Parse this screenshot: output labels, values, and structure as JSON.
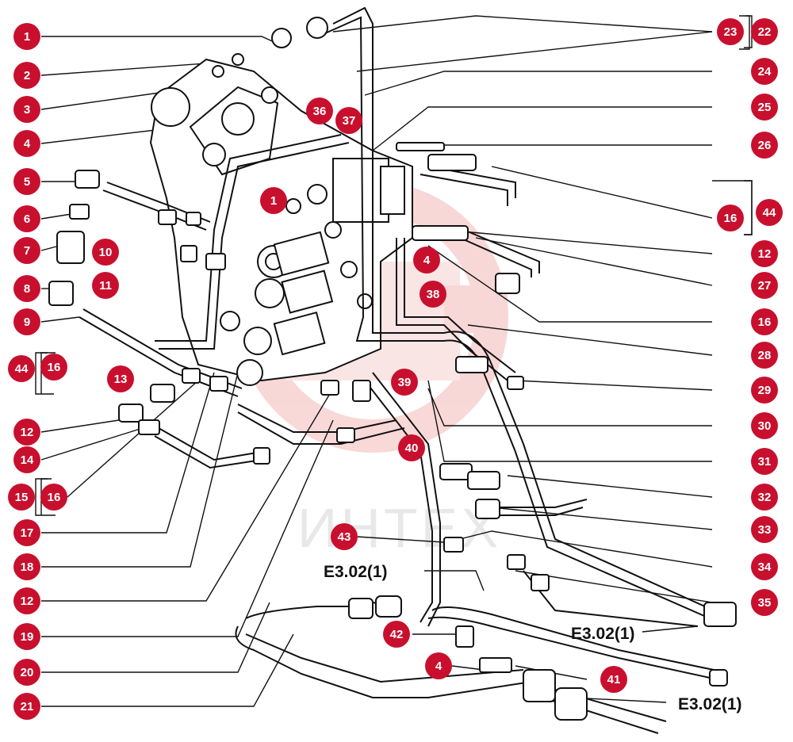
{
  "watermark": "ИНТЕХ",
  "colors": {
    "callout": "#c8102e",
    "callout_text": "#ffffff",
    "line": "#111111",
    "watermark_logo": "#f7c9c9"
  },
  "callouts_left": [
    "1",
    "2",
    "3",
    "4",
    "5",
    "6",
    "7",
    "8",
    "9",
    "44",
    "16",
    "13",
    "12",
    "14",
    "15",
    "16",
    "17",
    "18",
    "12",
    "19",
    "20",
    "21"
  ],
  "callouts_right": [
    "23",
    "22",
    "24",
    "25",
    "26",
    "44",
    "16",
    "12",
    "27",
    "16",
    "28",
    "29",
    "30",
    "31",
    "32",
    "33",
    "34",
    "35"
  ],
  "callouts_inner": [
    "10",
    "11",
    "36",
    "37",
    "1",
    "4",
    "38",
    "39",
    "40",
    "43",
    "42",
    "4",
    "41"
  ],
  "references": [
    "E3.02(1)",
    "E3.02(1)",
    "E3.02(1)"
  ]
}
